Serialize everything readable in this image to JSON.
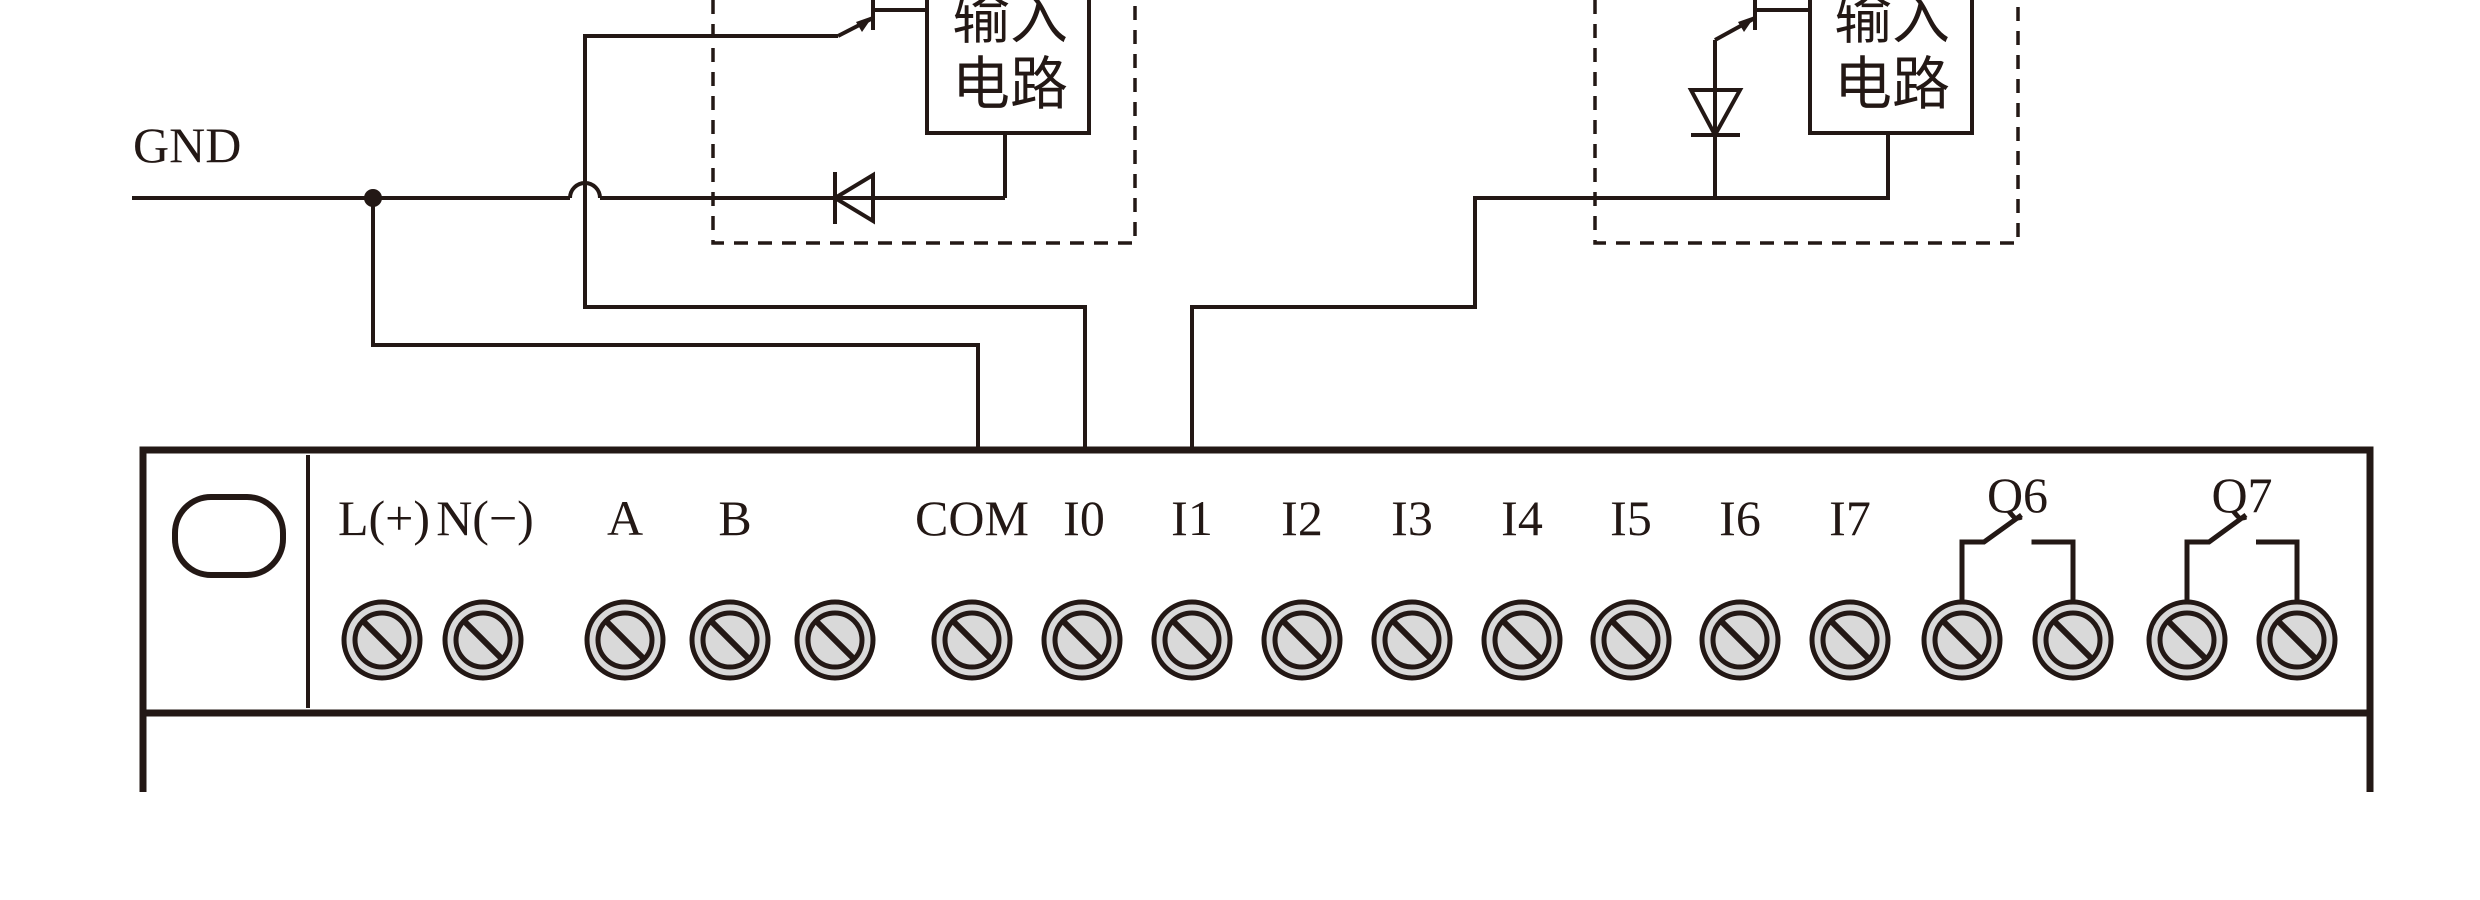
{
  "gnd_label": "GND",
  "left_circuit": {
    "line1": "输入",
    "line2": "电路"
  },
  "right_circuit": {
    "line1": "输入",
    "line2": "电路"
  },
  "terminal_labels": [
    "L(+)",
    "N(−)",
    "A",
    "B",
    "COM",
    "I0",
    "I1",
    "I2",
    "I3",
    "I4",
    "I5",
    "I6",
    "I7"
  ],
  "relay_labels": [
    "Q6",
    "Q7"
  ],
  "colors": {
    "ink": "#231815",
    "terminal_fill": "#d9d9d9",
    "background": "#ffffff"
  },
  "icons": [
    "terminal-screw-icon",
    "diode-icon",
    "transistor-icon",
    "relay-contact-icon",
    "power-led-icon"
  ]
}
